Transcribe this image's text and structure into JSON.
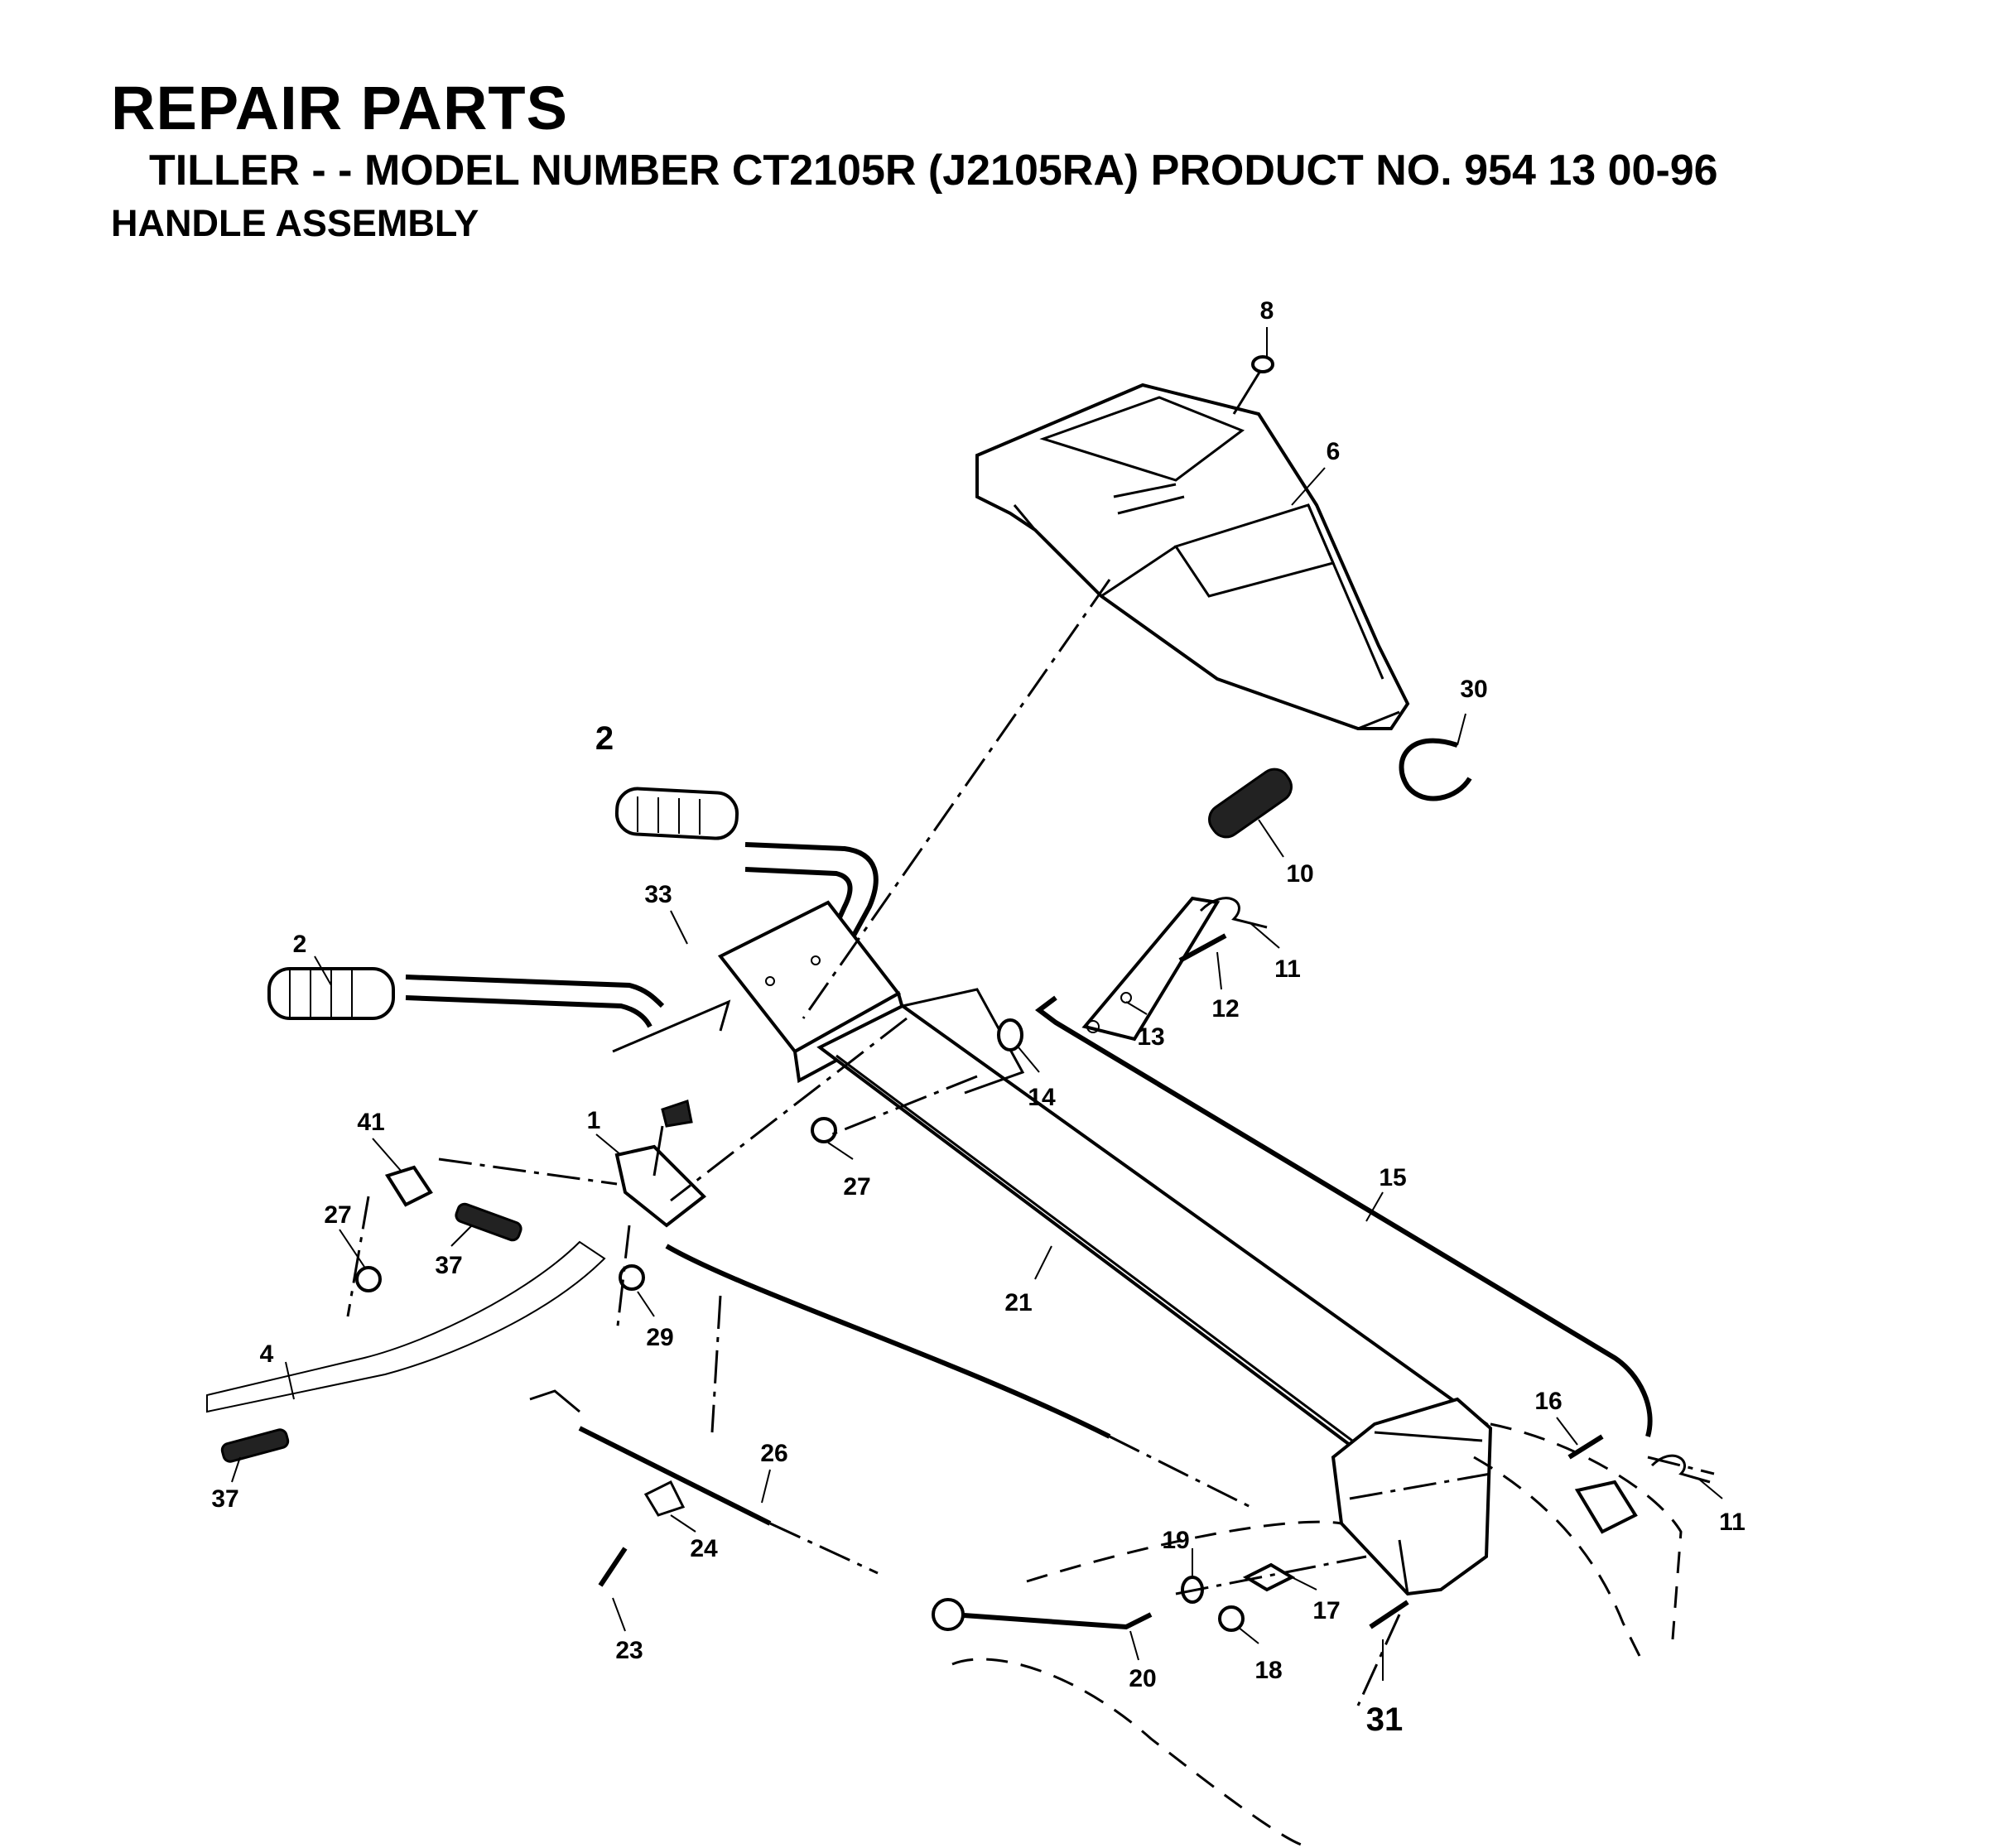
{
  "header": {
    "title": "REPAIR PARTS",
    "subtitle": "TILLER - - MODEL NUMBER CT2105R (J2105RA) PRODUCT NO. 954 13 00-96",
    "section": "HANDLE ASSEMBLY"
  },
  "callouts": {
    "c8": "8",
    "c6": "6",
    "c30": "30",
    "c2a": "2",
    "c10": "10",
    "c33": "33",
    "c11a": "11",
    "c12": "12",
    "c2b": "2",
    "c13": "13",
    "c14": "14",
    "c41": "41",
    "c1": "1",
    "c27a": "27",
    "c15": "15",
    "c27b": "27",
    "c37a": "37",
    "c29": "29",
    "c21": "21",
    "c4": "4",
    "c16": "16",
    "c26": "26",
    "c11b": "11",
    "c37b": "37",
    "c24": "24",
    "c19": "19",
    "c17": "17",
    "c23": "23",
    "c20": "20",
    "c18": "18",
    "c31": "31"
  }
}
